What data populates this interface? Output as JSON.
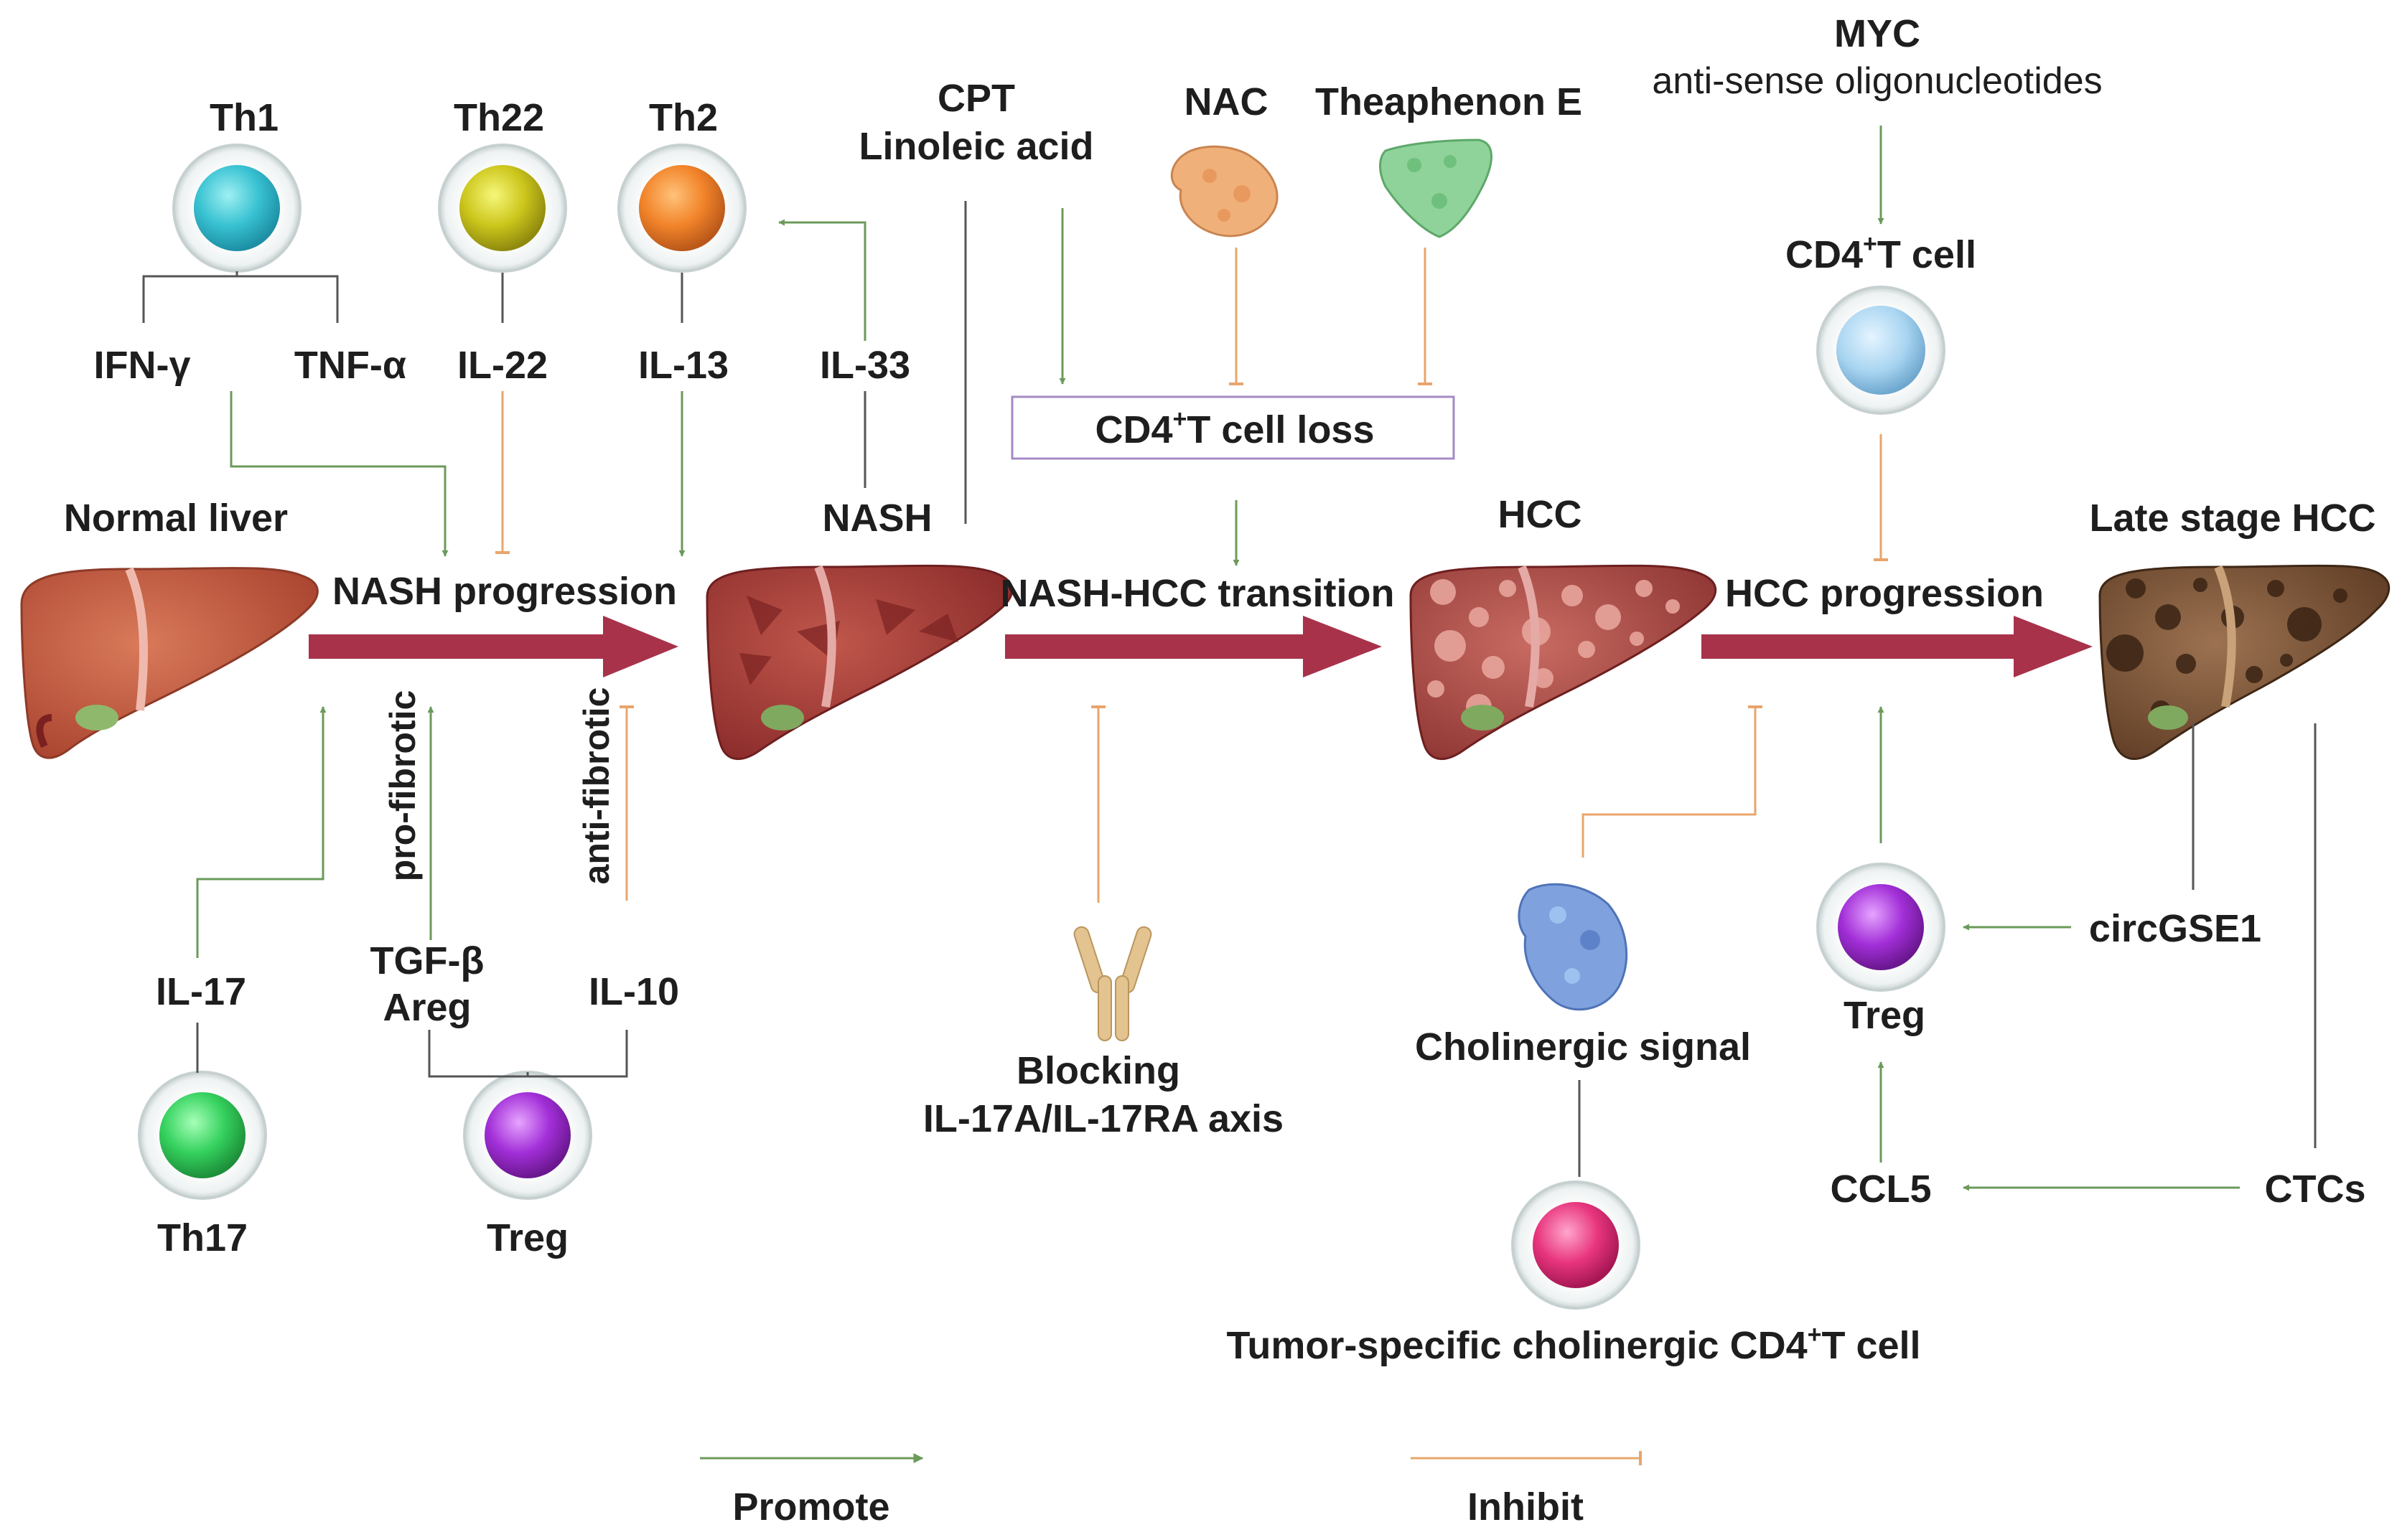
{
  "colors": {
    "promote": "#6b9a5a",
    "inhibit": "#e8a56c",
    "neutral": "#555555",
    "arrow": "#a8324a",
    "box_border": "#a58bc4"
  },
  "stages": {
    "normal_liver": "Normal liver",
    "nash": "NASH",
    "hcc": "HCC",
    "late_hcc": "Late stage HCC"
  },
  "transitions": {
    "nash_progression": "NASH progression",
    "nash_hcc_transition": "NASH-HCC transition",
    "hcc_progression": "HCC progression"
  },
  "cells": {
    "th1": "Th1",
    "th22": "Th22",
    "th2": "Th2",
    "th17": "Th17",
    "treg_bottom": "Treg",
    "treg_right": "Treg",
    "cd4_t_cell_prefix": "CD4",
    "cd4_t_cell_sup": "+",
    "cd4_t_cell_suffix": "T cell",
    "tumor_cd4_prefix": "Tumor-specific cholinergic CD4",
    "tumor_cd4_sup": "+",
    "tumor_cd4_suffix": "T cell"
  },
  "cytokines": {
    "ifn": "IFN-γ",
    "tnf": "TNF-α",
    "il22": "IL-22",
    "il13": "IL-13",
    "il33": "IL-33",
    "il17": "IL-17",
    "tgf": "TGF-β",
    "areg": "Areg",
    "il10": "IL-10",
    "ccl5": "CCL5",
    "circgse1": "circGSE1",
    "ctcs": "CTCs"
  },
  "effects": {
    "pro_fibrotic": "pro-fibrotic",
    "anti_fibrotic": "anti-fibrotic"
  },
  "agents": {
    "cpt": "CPT",
    "linoleic": "Linoleic acid",
    "nac": "NAC",
    "theaphenon": "Theaphenon E",
    "myc": "MYC",
    "antisense": "anti-sense oligonucleotides",
    "cd4_loss_prefix": "CD4",
    "cd4_loss_sup": "+",
    "cd4_loss_suffix": "T cell loss",
    "blocking_l1": "Blocking",
    "blocking_l2": "IL-17A/IL-17RA axis",
    "cholinergic": "Cholinergic signal"
  },
  "legend": {
    "promote": "Promote",
    "inhibit": "Inhibit"
  },
  "icons": {
    "cell": "t-cell-icon",
    "liver": "liver-icon",
    "molecule": "protein-molecule-icon",
    "antibody": "antibody-icon"
  }
}
